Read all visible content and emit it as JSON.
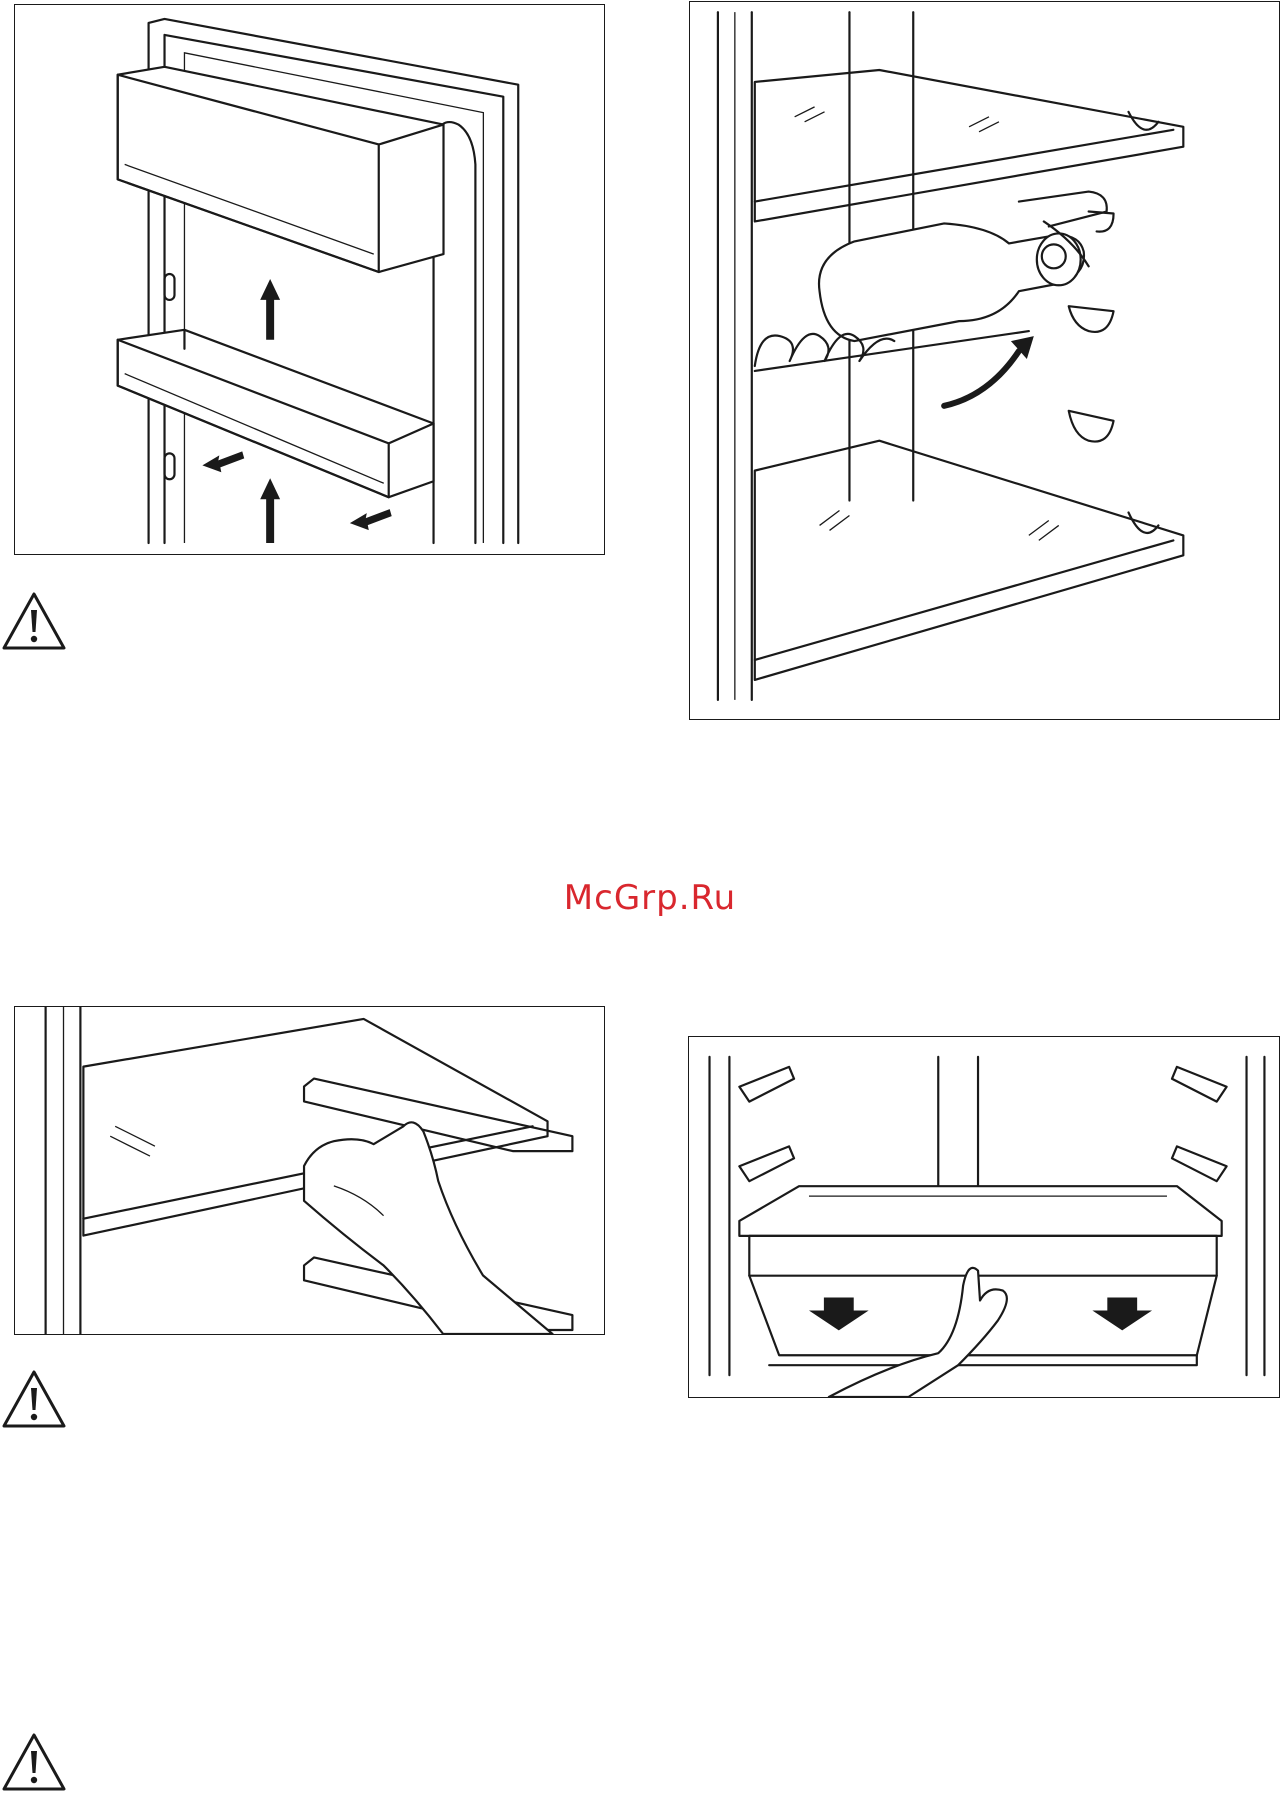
{
  "watermark": {
    "text": "McGrp.Ru",
    "color": "#d9272e"
  },
  "icons": {
    "warning": "warning-triangle-icon"
  },
  "figures": [
    {
      "id": "door-shelves",
      "icon": "door-balcony-illustration"
    },
    {
      "id": "bottle-rack",
      "icon": "bottle-rack-illustration"
    },
    {
      "id": "glass-shelf",
      "icon": "glass-shelf-hand-illustration"
    },
    {
      "id": "crisper-drawer",
      "icon": "drawer-removal-illustration"
    }
  ]
}
